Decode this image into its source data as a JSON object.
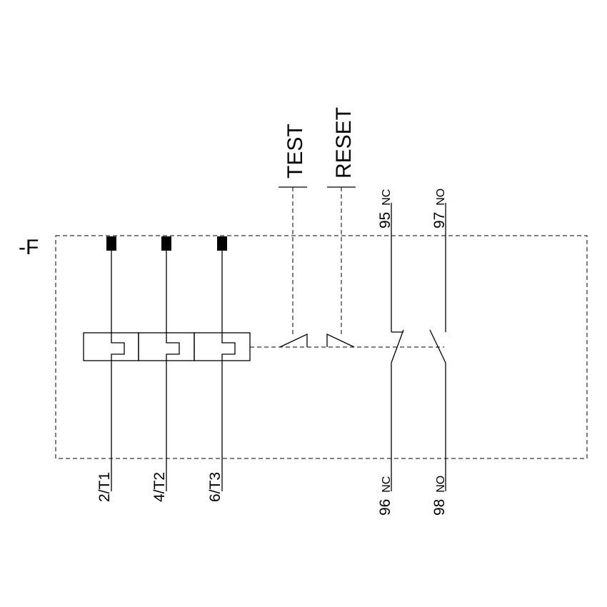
{
  "device_tag": "-F",
  "buttons": {
    "test": "TEST",
    "reset": "RESET"
  },
  "main_terminals": [
    "2/T1",
    "4/T2",
    "6/T3"
  ],
  "aux_contacts": {
    "nc_top": {
      "number": "95",
      "type": "NC"
    },
    "no_top": {
      "number": "97",
      "type": "NO"
    },
    "nc_bottom": {
      "number": "96",
      "type": "NC"
    },
    "no_bottom": {
      "number": "98",
      "type": "NO"
    }
  }
}
